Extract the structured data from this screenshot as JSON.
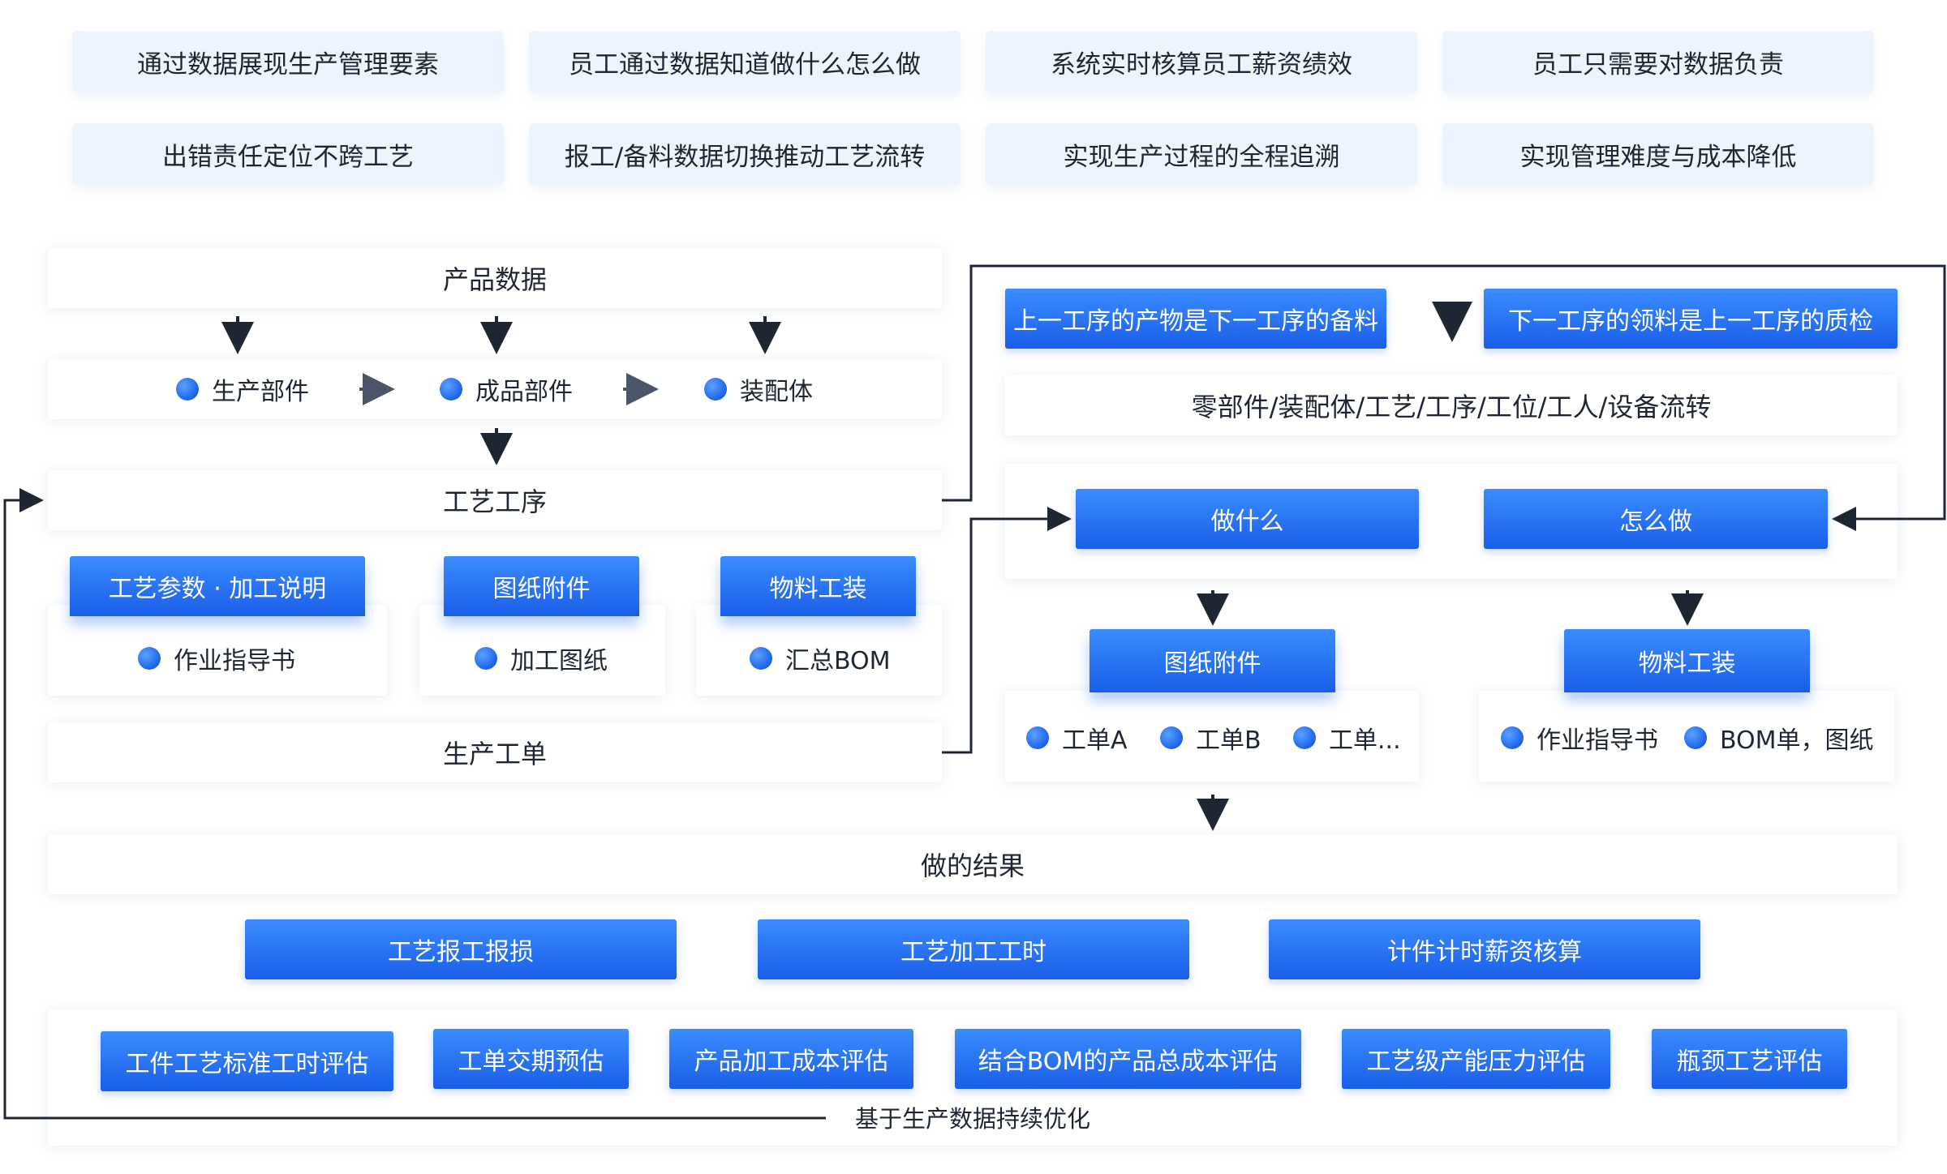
{
  "goals": [
    "通过数据展现生产管理要素",
    "员工通过数据知道做什么怎么做",
    "系统实时核算员工薪资绩效",
    "员工只需要对数据负责",
    "出错责任定位不跨工艺",
    "报工/备料数据切换推动工艺流转",
    "实现生产过程的全程追溯",
    "实现管理难度与成本降低"
  ],
  "left": {
    "product_data": "产品数据",
    "parts": [
      "生产部件",
      "成品部件",
      "装配体"
    ],
    "process": "工艺工序",
    "groups": [
      {
        "tab": "工艺参数 · 加工说明",
        "item": "作业指导书"
      },
      {
        "tab": "图纸附件",
        "item": "加工图纸"
      },
      {
        "tab": "物料工装",
        "item": "汇总BOM"
      }
    ],
    "work_order": "生产工单"
  },
  "right": {
    "rule_left": "上一工序的产物是下一工序的备料",
    "rule_right": "下一工序的领料是上一工序的质检",
    "flow": "零部件/装配体/工艺/工序/工位/工人/设备流转",
    "what": "做什么",
    "how": "怎么做",
    "drawings_tab": "图纸附件",
    "drawings_items": [
      "工单A",
      "工单B",
      "工单..."
    ],
    "materials_tab": "物料工装",
    "materials_items": [
      "作业指导书",
      "BOM单，图纸"
    ]
  },
  "results": {
    "title": "做的结果",
    "main": [
      "工艺报工报损",
      "工艺加工工时",
      "计件计时薪资核算"
    ],
    "evals": [
      "工件工艺标准工时评估",
      "工单交期预估",
      "产品加工成本评估",
      "结合BOM的产品总成本评估",
      "工艺级产能压力评估",
      "瓶颈工艺评估"
    ],
    "footer": "基于生产数据持续优化"
  },
  "colors": {
    "accent": "#1a5ee8",
    "accent_light": "#3a8cff",
    "goal_bg": "#edf4fd",
    "line": "#1f2633"
  }
}
